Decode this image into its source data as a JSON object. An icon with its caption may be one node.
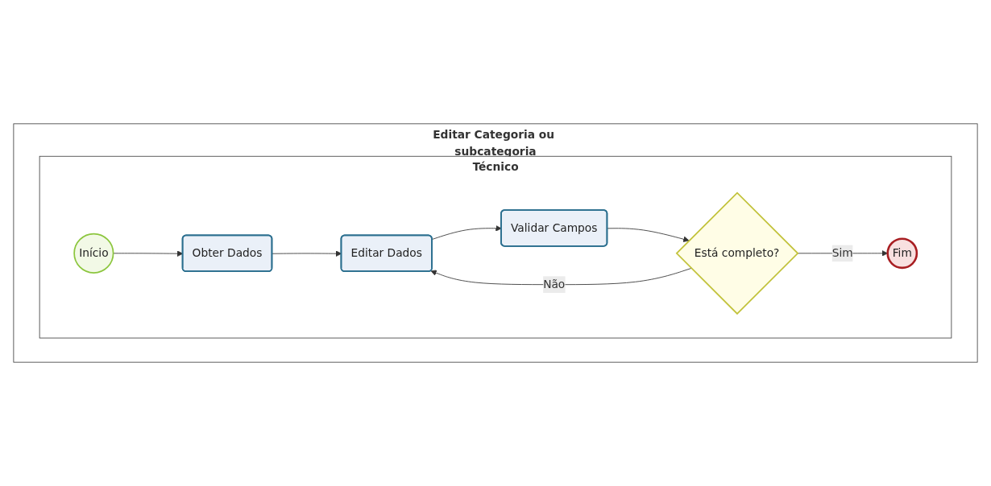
{
  "diagram": {
    "nodes": [
      {
        "text": [
          "Editar Categoria ou subcategoria"
        ]
      },
      {
        "text": [
          "Técnico"
        ],
        "in": 0
      },
      {
        "text": [
          "Início"
        ],
        "in": 1
      },
      {
        "text": [
          "Obter Dados"
        ],
        "in": 1
      },
      {
        "text": [
          "Editar Dados"
        ],
        "in": 1
      },
      {
        "text": [
          "Validar Campos"
        ],
        "in": 1
      },
      {
        "text": [
          "Está completo?"
        ],
        "in": 1
      },
      {
        "text": [
          "Fim"
        ],
        "in": 1
      }
    ],
    "edges": [
      {
        "from": 2,
        "to": 3,
        "arrow": "to"
      },
      {
        "from": 3,
        "to": 4,
        "arrow": "to"
      },
      {
        "from": 4,
        "to": 5,
        "arrow": "to"
      },
      {
        "from": 5,
        "to": 6,
        "arrow": "to"
      },
      {
        "from": 6,
        "to": 4,
        "arrow": "to",
        "label": "Não"
      },
      {
        "from": 6,
        "to": 7,
        "arrow": "to",
        "label": "Sim"
      }
    ]
  }
}
